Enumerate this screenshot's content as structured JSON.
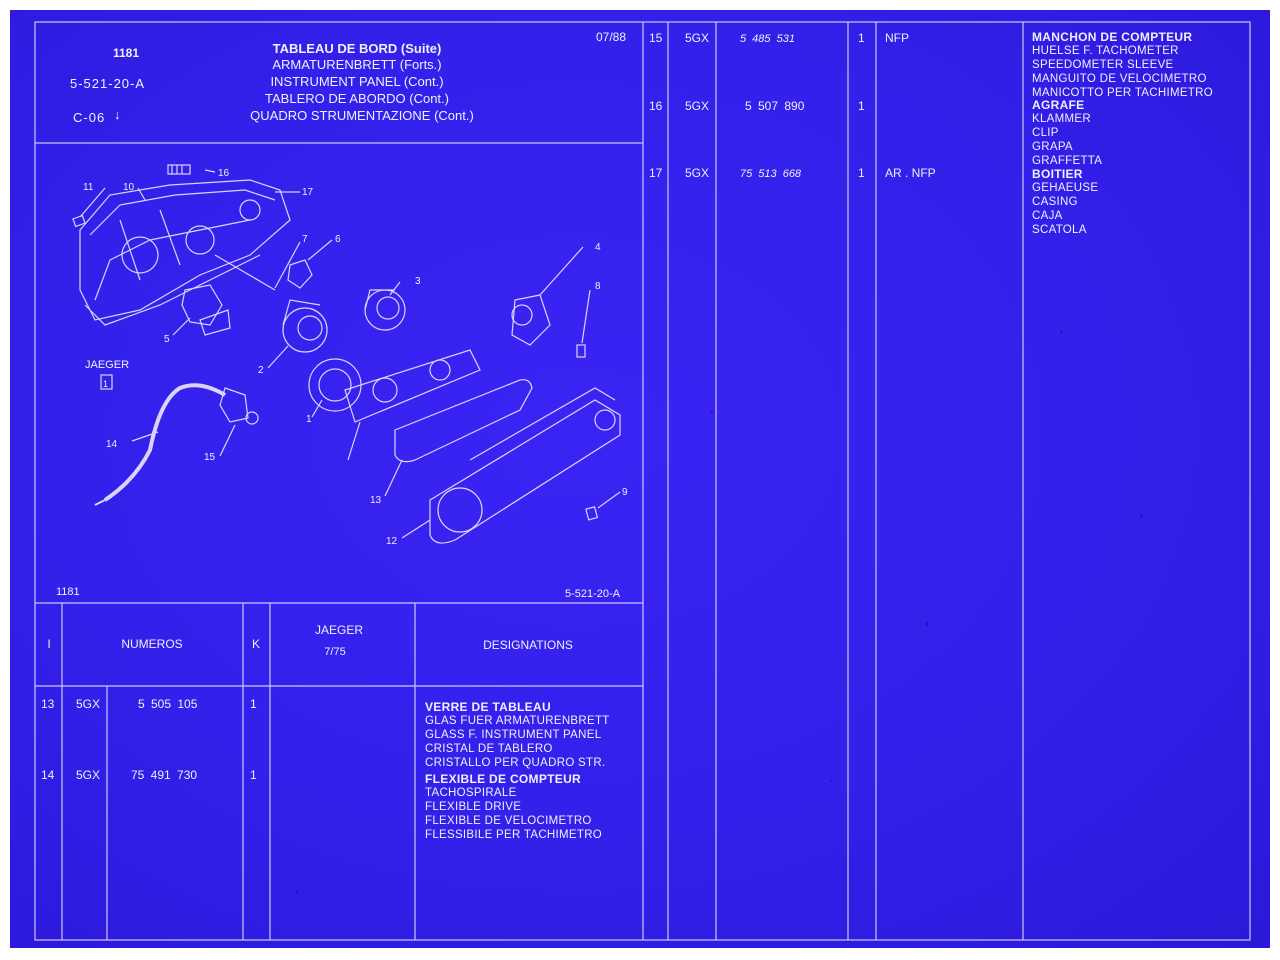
{
  "header": {
    "code": "1181",
    "ref": "5-521-20-A",
    "section": "C-06",
    "date": "07/88",
    "titles": [
      "TABLEAU DE BORD (Suite)",
      "ARMATURENBRETT (Forts.)",
      "INSTRUMENT PANEL (Cont.)",
      "TABLERO DE ABORDO (Cont.)",
      "QUADRO STRUMENTAZIONE (Cont.)"
    ],
    "arrow_icon": "down-arrow"
  },
  "diagram": {
    "brand": "JAEGER",
    "brand_mark": "1",
    "footer_left": "1181",
    "footer_right": "5-521-20-A",
    "callouts": [
      "1",
      "2",
      "3",
      "4",
      "5",
      "6",
      "7",
      "8",
      "9",
      "10",
      "11",
      "12",
      "13",
      "14",
      "15",
      "16",
      "17"
    ]
  },
  "table_header": {
    "col_i": "I",
    "col_numeros": "NUMEROS",
    "col_k": "K",
    "col_jaeger": "JAEGER",
    "col_jaeger_sub": "7/75",
    "col_designations": "DESIGNATIONS"
  },
  "left_rows": [
    {
      "item": "13",
      "prefix": "5GX",
      "number": "5 505 105",
      "qty": "1",
      "designations": [
        "VERRE DE TABLEAU",
        "GLAS FUER ARMATURENBRETT",
        "GLASS F. INSTRUMENT PANEL",
        "CRISTAL DE TABLERO",
        "CRISTALLO PER QUADRO STR."
      ]
    },
    {
      "item": "14",
      "prefix": "5GX",
      "number": "75 491 730",
      "qty": "1",
      "designations": [
        "FLEXIBLE DE COMPTEUR",
        "TACHOSPIRALE",
        "FLEXIBLE DRIVE",
        "FLEXIBLE DE VELOCIMETRO",
        "FLESSIBILE PER TACHIMETRO"
      ]
    }
  ],
  "right_rows": [
    {
      "item": "15",
      "prefix": "5GX",
      "number": "5 485 531",
      "qty": "1",
      "note": "NFP",
      "designations": [
        "MANCHON DE COMPTEUR",
        "HUELSE F. TACHOMETER",
        "SPEEDOMETER SLEEVE",
        "MANGUITO DE VELOCIMETRO",
        "MANICOTTO PER TACHIMETRO"
      ]
    },
    {
      "item": "16",
      "prefix": "5GX",
      "number": "5 507 890",
      "qty": "1",
      "note": "",
      "designations": [
        "AGRAFE",
        "KLAMMER",
        "CLIP",
        "GRAPA",
        "GRAFFETTA"
      ]
    },
    {
      "item": "17",
      "prefix": "5GX",
      "number": "75 513 668",
      "qty": "1",
      "note": "AR . NFP",
      "designations": [
        "BOITIER",
        "GEHAEUSE",
        "CASING",
        "CAJA",
        "SCATOLA"
      ]
    }
  ]
}
